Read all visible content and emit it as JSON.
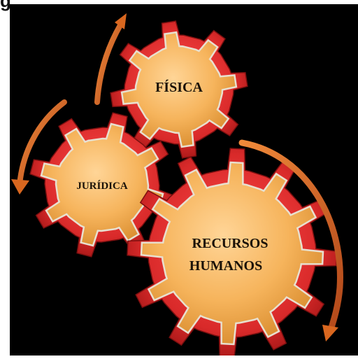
{
  "header": {
    "partial_text": "g"
  },
  "gears": {
    "fisica": {
      "label": "FÍSICA"
    },
    "juridica": {
      "label": "JURÍDICA"
    },
    "recursos": {
      "line1": "RECURSOS",
      "line2": "HUMANOS"
    }
  },
  "colors": {
    "background": "#000000",
    "gear_outer": "#d92a2a",
    "gear_inner": "#f6b45c",
    "arrow": "#d9671f"
  }
}
